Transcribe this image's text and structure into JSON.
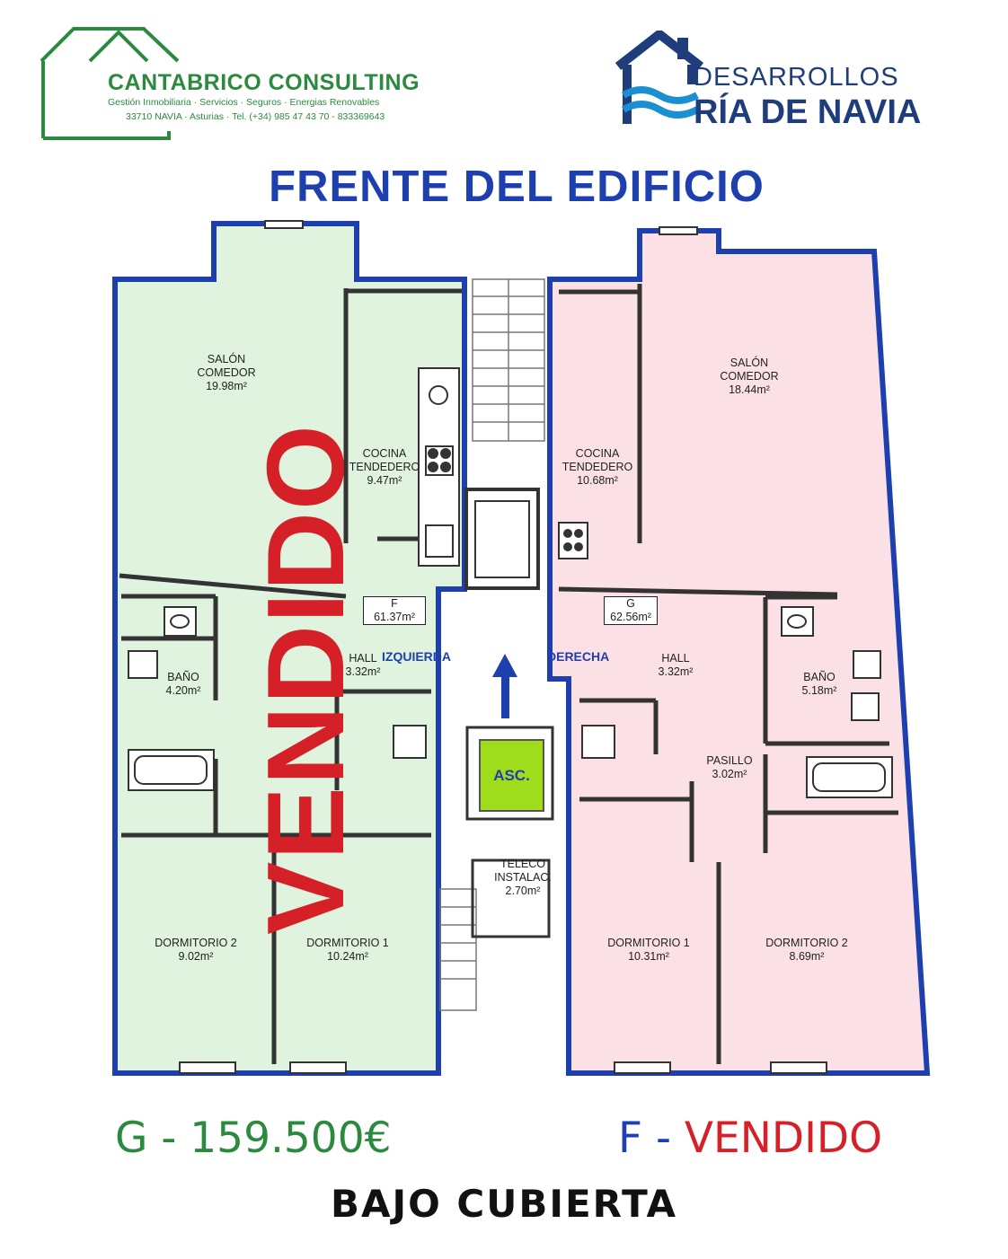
{
  "header": {
    "left_logo": {
      "name": "CANTABRICO CONSULTING",
      "services": "Gestión Inmobiliaria  ·  Servicios  ·  Seguros  ·  Energias Renovables",
      "address": "33710 NAVIA · Asturias · Tel. (+34) 985 47 43 70 - 833369643"
    },
    "right_logo": {
      "line1": "DESARROLLOS",
      "line2": "RÍA DE NAVIA"
    }
  },
  "title": "FRENTE DEL EDIFICIO",
  "left_unit": {
    "stamp": "VENDIDO",
    "box": {
      "letter": "F",
      "area": "61.37m²"
    },
    "rooms": [
      {
        "name": "SALÓN\nCOMEDOR",
        "area": "19.98m²"
      },
      {
        "name": "COCINA\nTENDEDERO",
        "area": "9.47m²"
      },
      {
        "name": "HALL",
        "area": "3.32m²"
      },
      {
        "name": "BAÑO",
        "area": "4.20m²"
      },
      {
        "name": "DORMITORIO 2",
        "area": "9.02m²"
      },
      {
        "name": "DORMITORIO 1",
        "area": "10.24m²"
      }
    ]
  },
  "right_unit": {
    "box": {
      "letter": "G",
      "area": "62.56m²"
    },
    "rooms": [
      {
        "name": "SALÓN\nCOMEDOR",
        "area": "18.44m²"
      },
      {
        "name": "COCINA\nTENDEDERO",
        "area": "10.68m²"
      },
      {
        "name": "HALL",
        "area": "3.32m²"
      },
      {
        "name": "BAÑO",
        "area": "5.18m²"
      },
      {
        "name": "PASILLO",
        "area": "3.02m²"
      },
      {
        "name": "DORMITORIO 1",
        "area": "10.31m²"
      },
      {
        "name": "DORMITORIO 2",
        "area": "8.69m²"
      }
    ]
  },
  "common": {
    "izquierda": "IZQUIERDA",
    "derecha": "DERECHA",
    "elevator": "ASC.",
    "teleco": {
      "name": "TELECO\nINSTALAC.",
      "area": "2.70m²"
    }
  },
  "prices": {
    "g": "G - 159.500€",
    "f_letter": "F - ",
    "f_status": "VENDIDO"
  },
  "floor_name": "BAJO CUBIERTA",
  "colors": {
    "green_unit": "#dff3de",
    "pink_unit": "#fbe1e5",
    "outline": "#1e3fae",
    "brand_green": "#2b8a3e",
    "sold_red": "#d62028",
    "elevator": "#9fdc1c"
  }
}
